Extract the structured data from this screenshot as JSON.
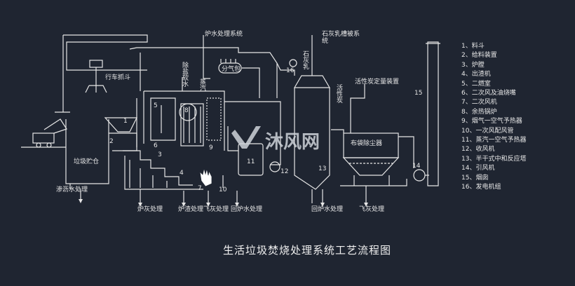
{
  "title": "生活垃圾焚烧处理系统工艺流程图",
  "watermark": "沐风网",
  "legend": [
    "1、料斗",
    "2、给料装置",
    "3、炉膛",
    "4、出渣机",
    "5、二燃室",
    "6、二次风及油烧嘴",
    "7、二次风机",
    "8、余热锅炉",
    "9、烟气一空气予热器",
    "10、一次风配风管",
    "11、蒸汽一空气予热器",
    "12、收风机",
    "13、半干式中和反应塔",
    "14、引风机",
    "15、烟囱",
    "16、发电机组"
  ],
  "labels": {
    "crane": "行车抓斗",
    "pit": "垃圾贮仓",
    "leachate": "渗沥水处理",
    "boiler_water": "炉水处理系统",
    "lime": "石灰乳槽被系统",
    "carbon": "活性炭定量装置",
    "bag_filter": "布袋除尘器",
    "steam_drum": "分气包",
    "desalt": "除盐软水",
    "steam": "蒸汽",
    "lime_milk": "石灰乳",
    "act_carbon": "活性炭",
    "furnace_ash": "炉灰处理",
    "slag": "炉渣处理",
    "fly_ash_1": "飞灰处理",
    "return_water_1": "回炉水处理",
    "return_water_2": "回炉水处理",
    "fly_ash_2": "飞灰处理"
  },
  "numbers": [
    "1",
    "2",
    "3",
    "4",
    "5",
    "6",
    "7",
    "8",
    "9",
    "10",
    "11",
    "12",
    "13",
    "14",
    "15",
    "16"
  ]
}
